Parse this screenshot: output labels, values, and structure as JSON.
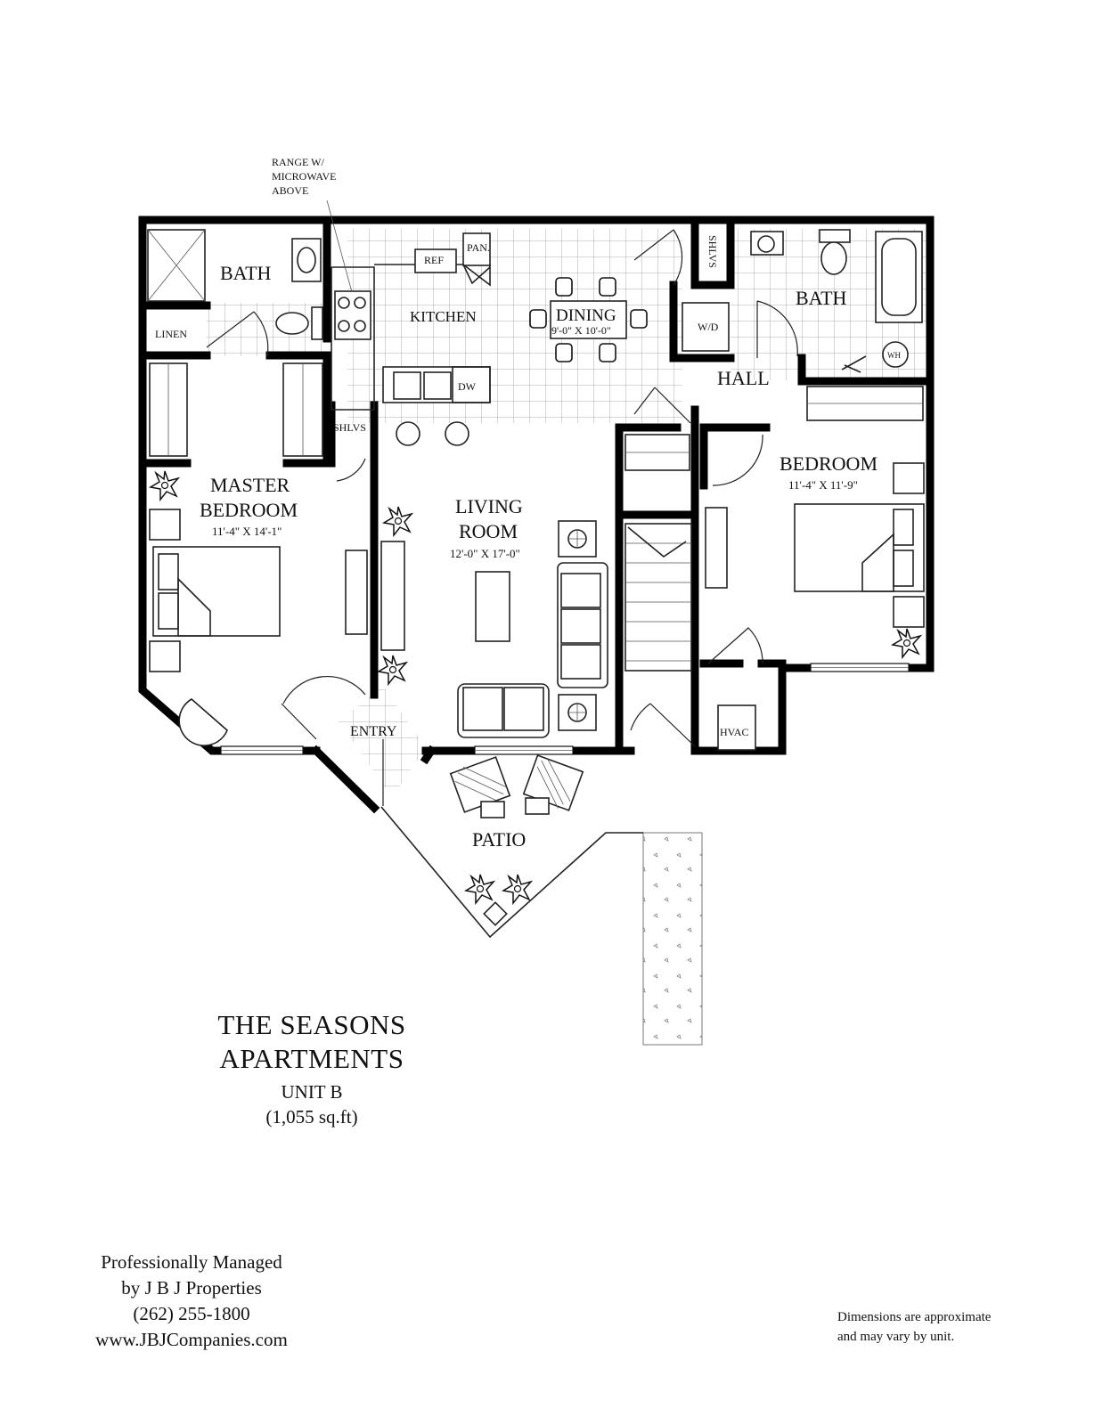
{
  "annotations": {
    "range_line1": "RANGE W/",
    "range_line2": "MICROWAVE",
    "range_line3": "ABOVE"
  },
  "rooms": {
    "bath_master": "BATH",
    "linen": "LINEN",
    "ref": "REF",
    "pan": "PAN.",
    "kitchen": "KITCHEN",
    "dining": "DINING",
    "dining_dim": "9'-0\" X 10'-0\"",
    "shlvs_top": "SHLVS",
    "wd": "W/D",
    "bath_second": "BATH",
    "wh": "WH",
    "dw": "DW",
    "hall": "HALL",
    "shlvs_mid": "SHLVS",
    "master_line1": "MASTER",
    "master_line2": "BEDROOM",
    "master_dim": "11'-4\" X 14'-1\"",
    "living_line1": "LIVING",
    "living_line2": "ROOM",
    "living_dim": "12'-0\" X 17'-0\"",
    "bedroom": "BEDROOM",
    "bedroom_dim": "11'-4\" X 11'-9\"",
    "entry": "ENTRY",
    "hvac": "HVAC",
    "patio": "PATIO"
  },
  "title": {
    "line1": "THE SEASONS",
    "line2": "APARTMENTS",
    "unit": "UNIT B",
    "area": "(1,055 sq.ft)"
  },
  "management": {
    "line1": "Professionally Managed",
    "line2": "by J B J Properties",
    "phone": "(262) 255-1800",
    "website": "www.JBJCompanies.com"
  },
  "disclaimer": {
    "line1": "Dimensions are approximate",
    "line2": "and may vary by unit."
  }
}
